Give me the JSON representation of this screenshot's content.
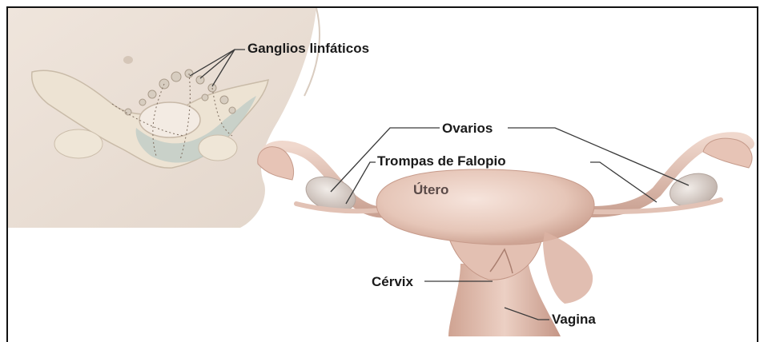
{
  "labels": {
    "ganglios": "Ganglios linfáticos",
    "ovarios": "Ovarios",
    "trompas": "Trompas de Falopio",
    "utero": "Útero",
    "cervix": "Cérvix",
    "vagina": "Vagina"
  },
  "colors": {
    "skin": "#e8ddd3",
    "tissue": "#e9c9bd",
    "tissue_dark": "#c99c8c",
    "bone": "#efe6d6",
    "lymph": "#b7c6c0",
    "leader_line": "#3a3a3a"
  }
}
